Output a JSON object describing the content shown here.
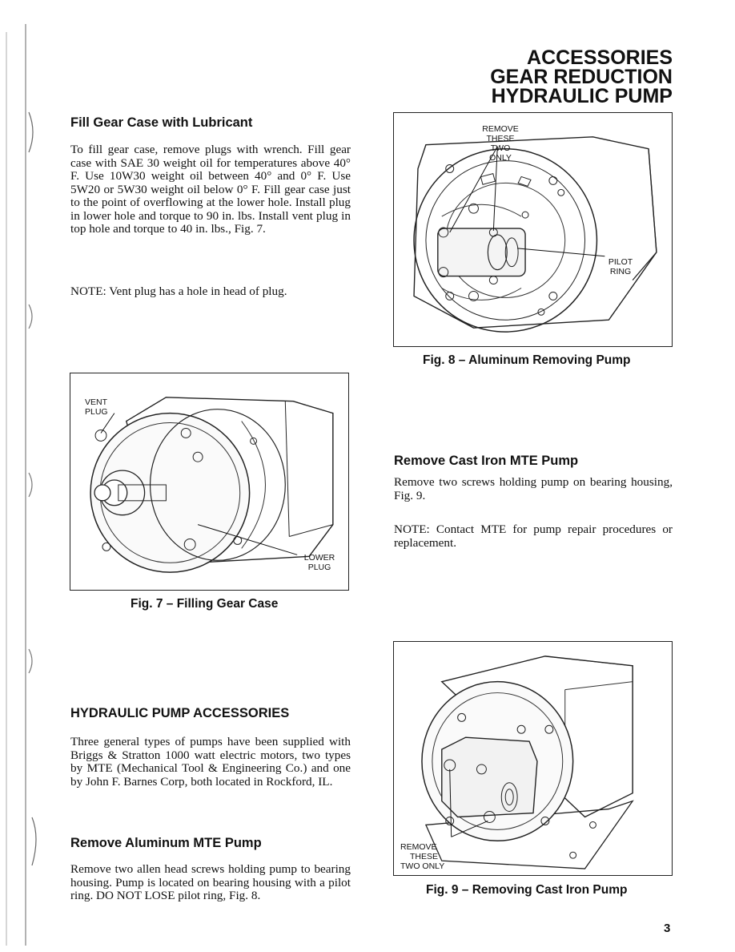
{
  "header": {
    "line1": "ACCESSORIES",
    "line2": "GEAR REDUCTION",
    "line3": "HYDRAULIC PUMP"
  },
  "fill_section": {
    "heading": "Fill Gear Case with Lubricant",
    "paragraph": "To fill gear case, remove plugs with wrench. Fill gear case with SAE 30 weight oil for temperatures above 40° F. Use 10W30 weight oil between 40° and 0° F. Use 5W20 or 5W30 weight oil below 0° F. Fill gear case just to the point of overflowing at the lower hole. Install plug in lower hole and torque to 90 in. lbs. Install vent plug in top hole and torque to 40 in. lbs., Fig. 7.",
    "note": "NOTE: Vent plug has a hole in head of plug."
  },
  "fig7": {
    "caption": "Fig. 7 – Filling Gear Case",
    "vent_label_1": "VENT",
    "vent_label_2": "PLUG",
    "lower_label_1": "LOWER",
    "lower_label_2": "PLUG"
  },
  "fig8": {
    "caption": "Fig. 8 – Aluminum Removing Pump",
    "remove_1": "REMOVE",
    "remove_2": "THESE",
    "remove_3": "TWO ONLY",
    "pilot_1": "PILOT",
    "pilot_2": "RING"
  },
  "cast_section": {
    "heading": "Remove Cast Iron MTE Pump",
    "paragraph": "Remove two screws holding pump on bearing housing, Fig. 9.",
    "note": "NOTE: Contact MTE for pump repair procedures or replacement."
  },
  "hydraulic_section": {
    "heading": "HYDRAULIC PUMP ACCESSORIES",
    "paragraph": "Three general types of pumps have been supplied with Briggs & Stratton 1000 watt electric motors, two types by MTE (Mechanical Tool & Engineering Co.) and one by John F. Barnes Corp, both located in Rockford, IL."
  },
  "aluminum_section": {
    "heading": "Remove Aluminum MTE Pump",
    "paragraph": "Remove two allen head screws holding pump to bearing housing. Pump is located on bearing housing with a pilot ring. DO NOT LOSE pilot ring, Fig. 8."
  },
  "fig9": {
    "caption": "Fig. 9 – Removing Cast Iron Pump",
    "remove_1": "REMOVE",
    "remove_2": "THESE",
    "remove_3": "TWO ONLY"
  },
  "page_number": "3"
}
